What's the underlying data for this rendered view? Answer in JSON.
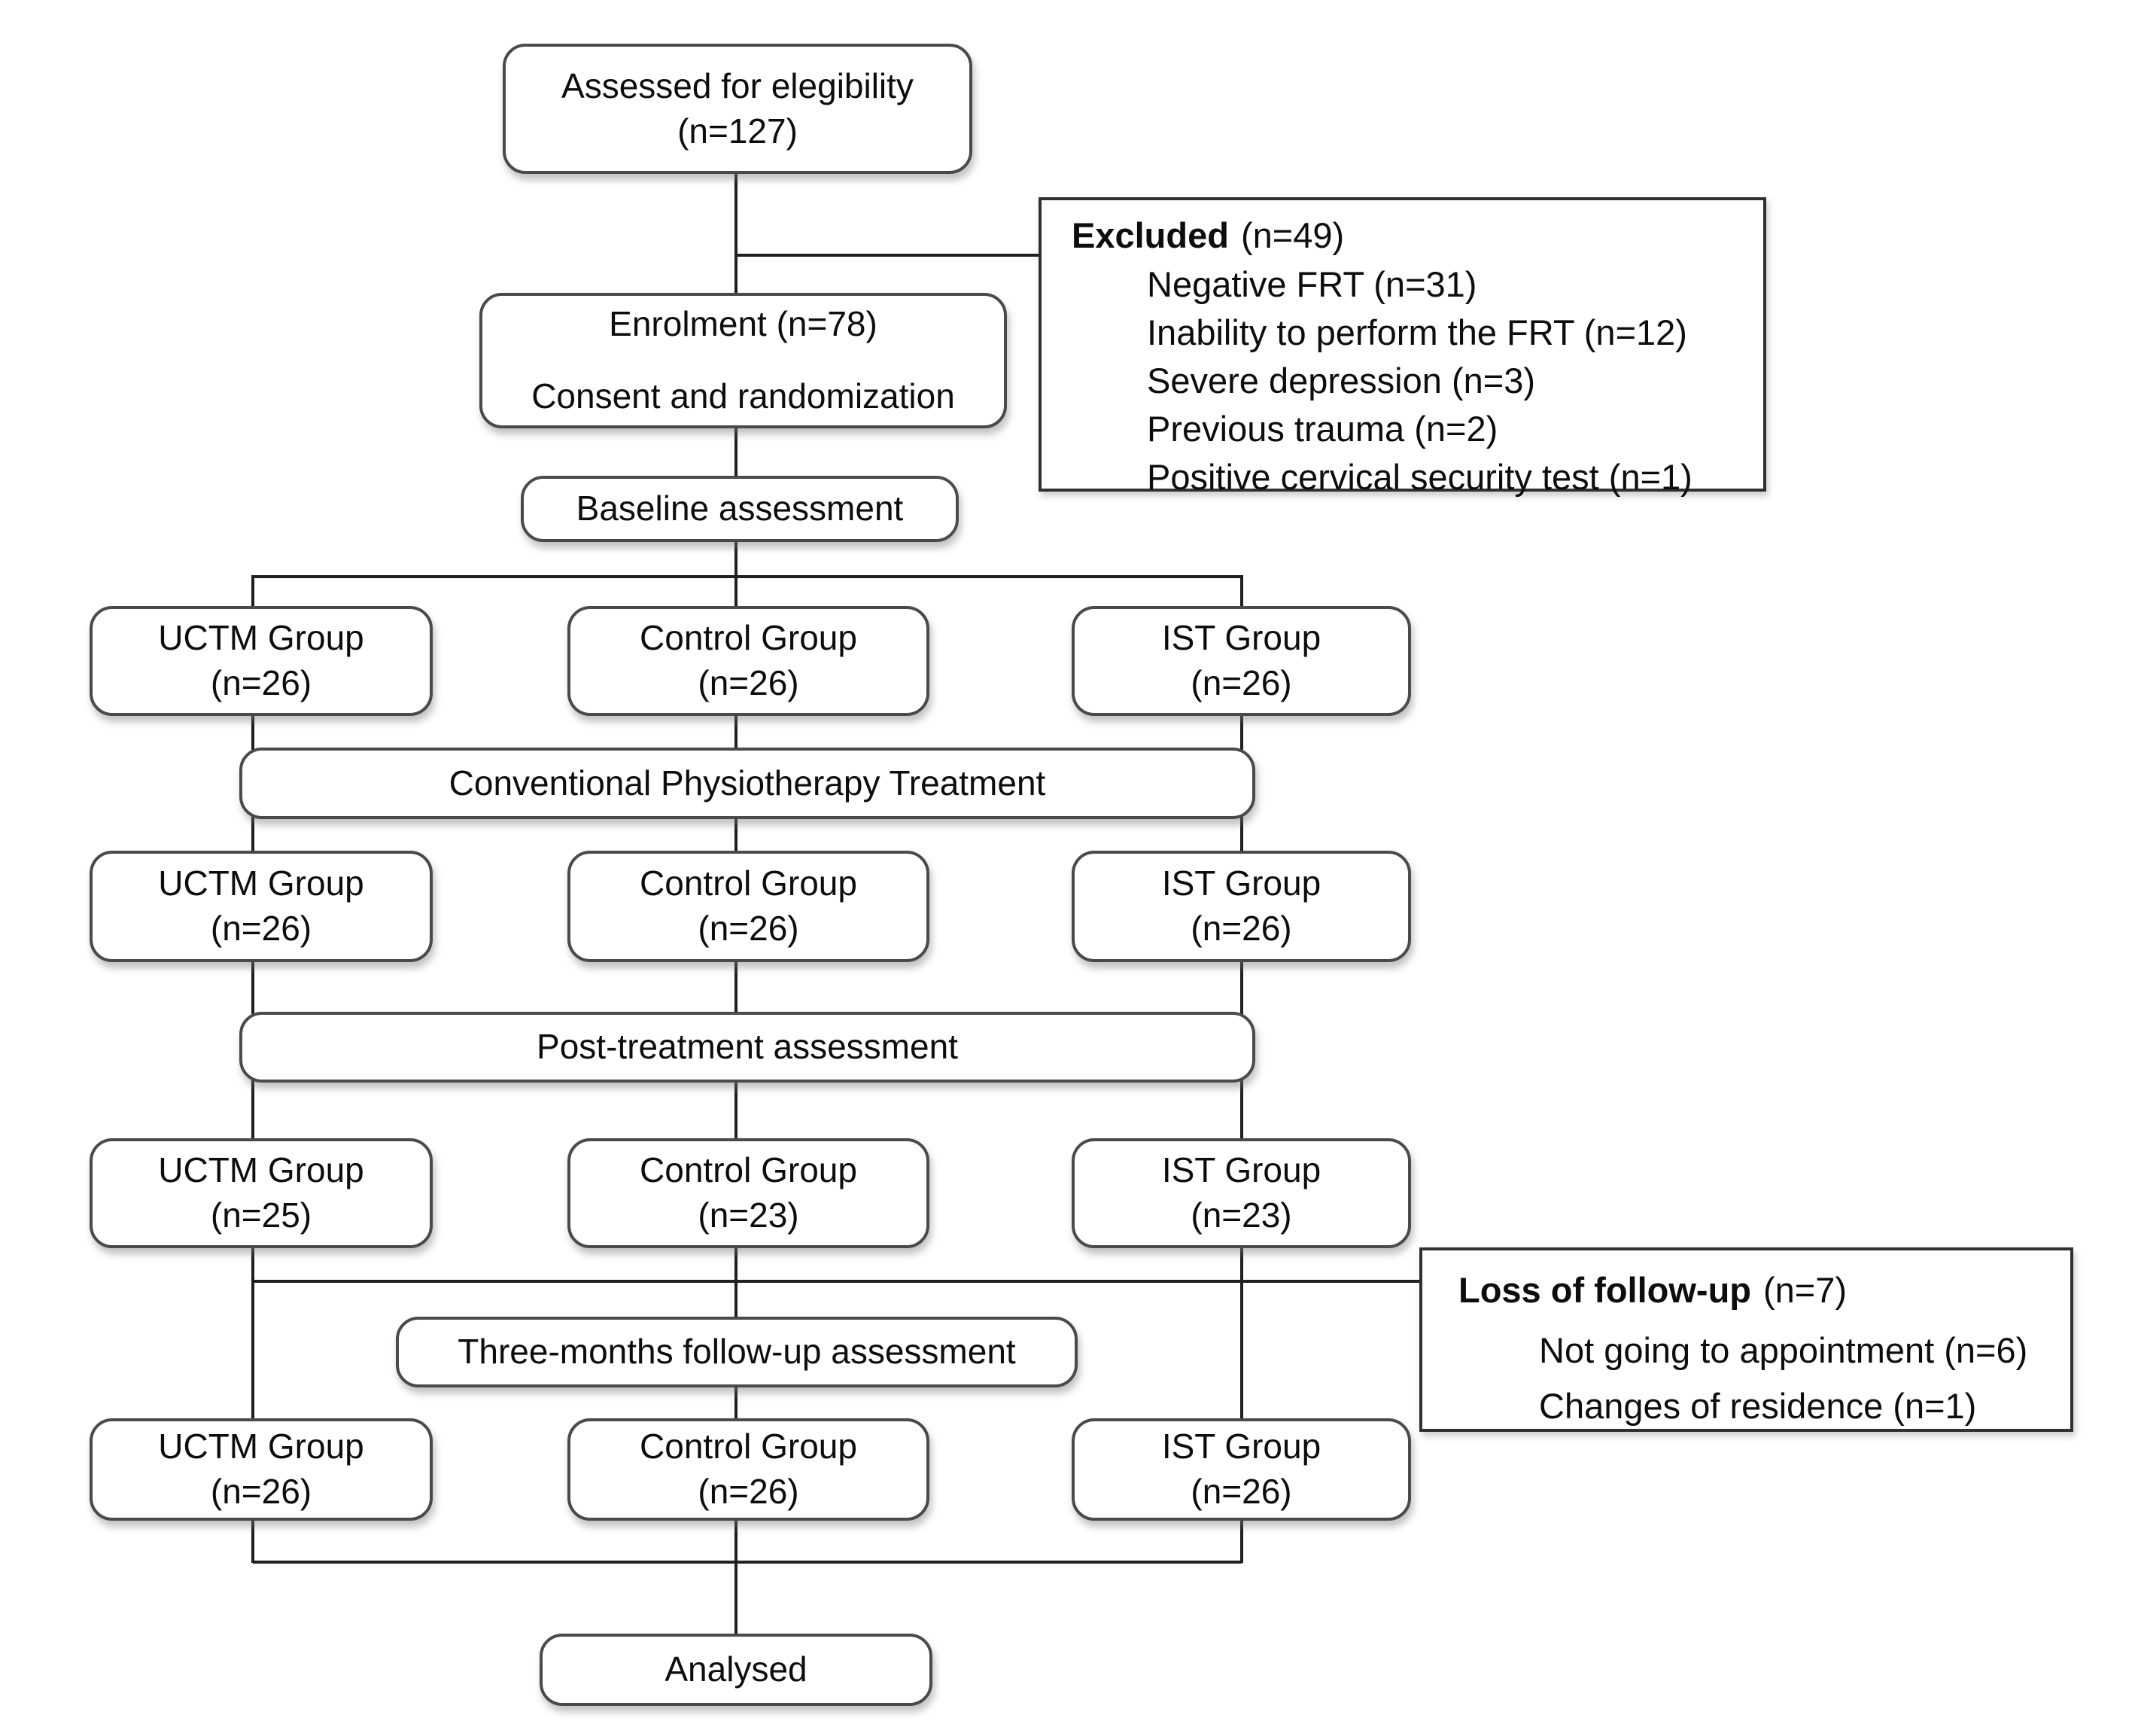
{
  "nodes": {
    "assessed": {
      "line1": "Assessed for elegibility",
      "line2": "(n=127)"
    },
    "excluded": {
      "title": "Excluded",
      "count": "(n=49)",
      "items": [
        "Negative FRT (n=31)",
        "Inability to perform the FRT (n=12)",
        "Severe depression (n=3)",
        "Previous trauma (n=2)",
        "Positive cervical security test (n=1)"
      ]
    },
    "enrolment": {
      "line1": "Enrolment (n=78)",
      "line2": "Consent and randomization"
    },
    "baseline": {
      "label": "Baseline assessment"
    },
    "conventional": {
      "label": "Conventional Physiotherapy Treatment"
    },
    "post_treatment": {
      "label": "Post-treatment assessment"
    },
    "loss": {
      "title": "Loss of follow-up",
      "count": "(n=7)",
      "items": [
        "Not going to appointment (n=6)",
        "Changes of residence (n=1)"
      ]
    },
    "three_months": {
      "label": "Three-months follow-up assessment"
    },
    "analysed": {
      "label": "Analysed"
    },
    "rows": [
      {
        "cells": [
          {
            "line1": "UCTM Group",
            "line2": "(n=26)"
          },
          {
            "line1": "Control Group",
            "line2": "(n=26)"
          },
          {
            "line1": "IST Group",
            "line2": "(n=26)"
          }
        ]
      },
      {
        "cells": [
          {
            "line1": "UCTM Group",
            "line2": "(n=26)"
          },
          {
            "line1": "Control Group",
            "line2": "(n=26)"
          },
          {
            "line1": "IST Group",
            "line2": "(n=26)"
          }
        ]
      },
      {
        "cells": [
          {
            "line1": "UCTM Group",
            "line2": "(n=25)"
          },
          {
            "line1": "Control Group",
            "line2": "(n=23)"
          },
          {
            "line1": "IST Group",
            "line2": "(n=23)"
          }
        ]
      },
      {
        "cells": [
          {
            "line1": "UCTM Group",
            "line2": "(n=26)"
          },
          {
            "line1": "Control Group",
            "line2": "(n=26)"
          },
          {
            "line1": "IST Group",
            "line2": "(n=26)"
          }
        ]
      }
    ]
  },
  "colors": {
    "background": "#ffffff",
    "rounded_border": "#4a4a4a",
    "square_border": "#303030",
    "connector": "#1f1f1f",
    "text": "#0d0d0d"
  }
}
